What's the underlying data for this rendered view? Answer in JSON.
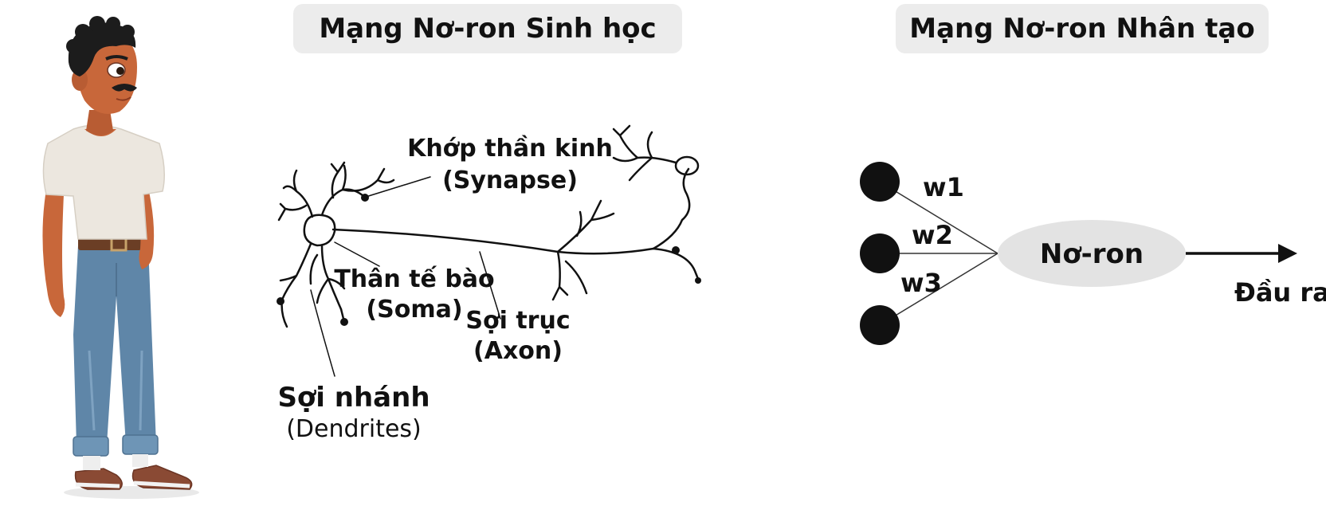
{
  "panels": {
    "biological": {
      "title": "Mạng Nơ-ron Sinh học",
      "labels": {
        "synapse_vi": "Khớp thần kinh",
        "synapse_en": "(Synapse)",
        "soma_vi": "Thân tế bào",
        "soma_en": "(Soma)",
        "axon_vi": "Sợi trục",
        "axon_en": "(Axon)",
        "dendrites_vi": "Sợi nhánh",
        "dendrites_en": "(Dendrites)"
      }
    },
    "artificial": {
      "title": "Mạng Nơ-ron Nhân tạo",
      "weights": [
        "w1",
        "w2",
        "w3"
      ],
      "neuron_label": "Nơ-ron",
      "output_label": "Đầu ra",
      "neuron_fill": "#e3e3e3"
    }
  },
  "character": {
    "skin_color": "#c8673a",
    "shirt_color": "#ece7df",
    "jeans_color": "#5f86a8",
    "hair_color": "#1c1c1c"
  }
}
